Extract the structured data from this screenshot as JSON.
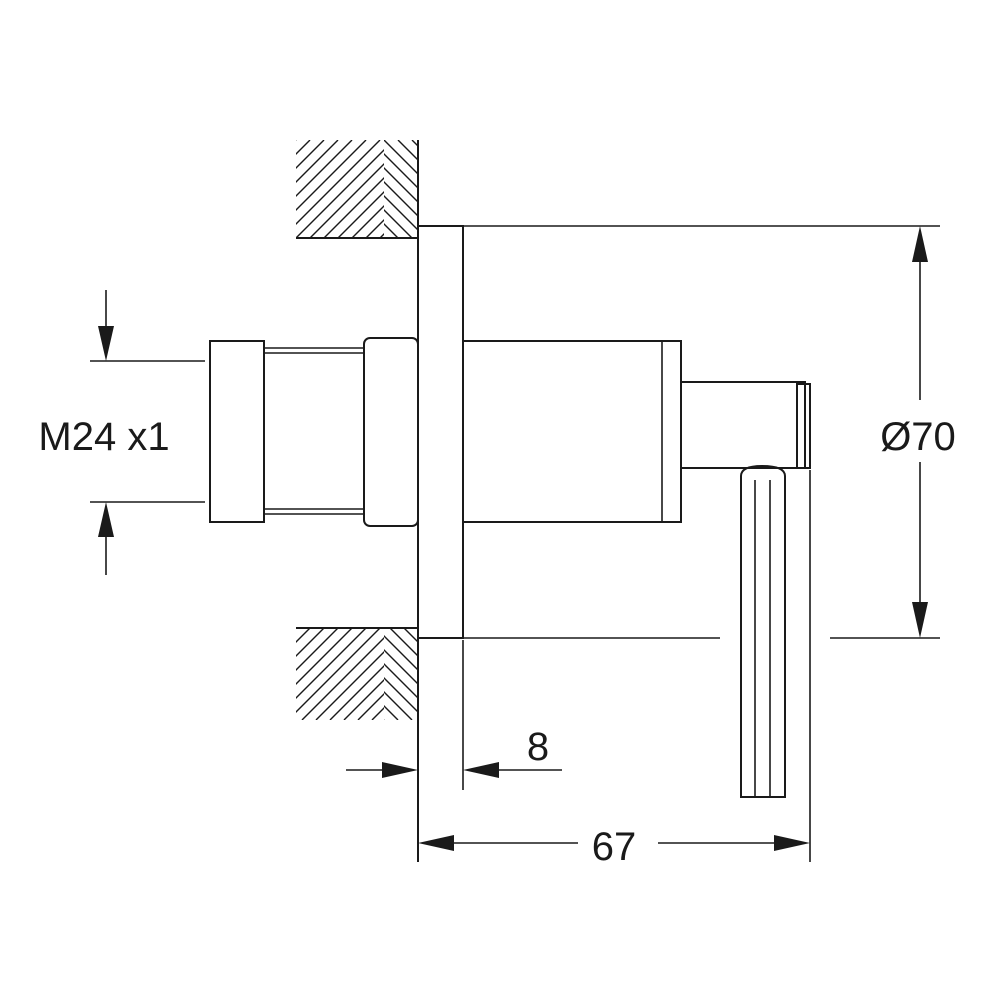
{
  "dimensions": {
    "thread": "M24 x1",
    "diameter": "Ø70",
    "flange_thickness": "8",
    "overall_depth": "67"
  },
  "colors": {
    "line": "#1a1a1a",
    "background": "#ffffff"
  }
}
